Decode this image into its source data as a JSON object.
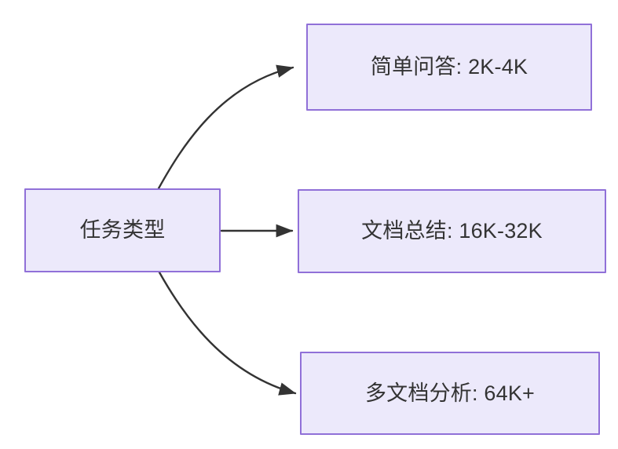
{
  "diagram": {
    "type": "flowchart",
    "direction": "left-to-right",
    "background_color": "#ffffff",
    "node_fill_color": "#ece9fb",
    "node_border_color": "#9070d8",
    "node_text_color": "#333333",
    "edge_color": "#333333",
    "root": {
      "id": "node-root",
      "label": "任务类型"
    },
    "branches": [
      {
        "id": "node-simple-qa",
        "label": "简单问答: 2K-4K",
        "task": "简单问答",
        "context_length": "2K-4K",
        "edge_style": "curved",
        "edge_arrow": "filled-triangle"
      },
      {
        "id": "node-doc-summary",
        "label": "文档总结: 16K-32K",
        "task": "文档总结",
        "context_length": "16K-32K",
        "edge_style": "straight",
        "edge_arrow": "filled-triangle"
      },
      {
        "id": "node-multi-doc",
        "label": "多文档分析: 64K+",
        "task": "多文档分析",
        "context_length": "64K+",
        "edge_style": "curved",
        "edge_arrow": "filled-triangle"
      }
    ]
  }
}
